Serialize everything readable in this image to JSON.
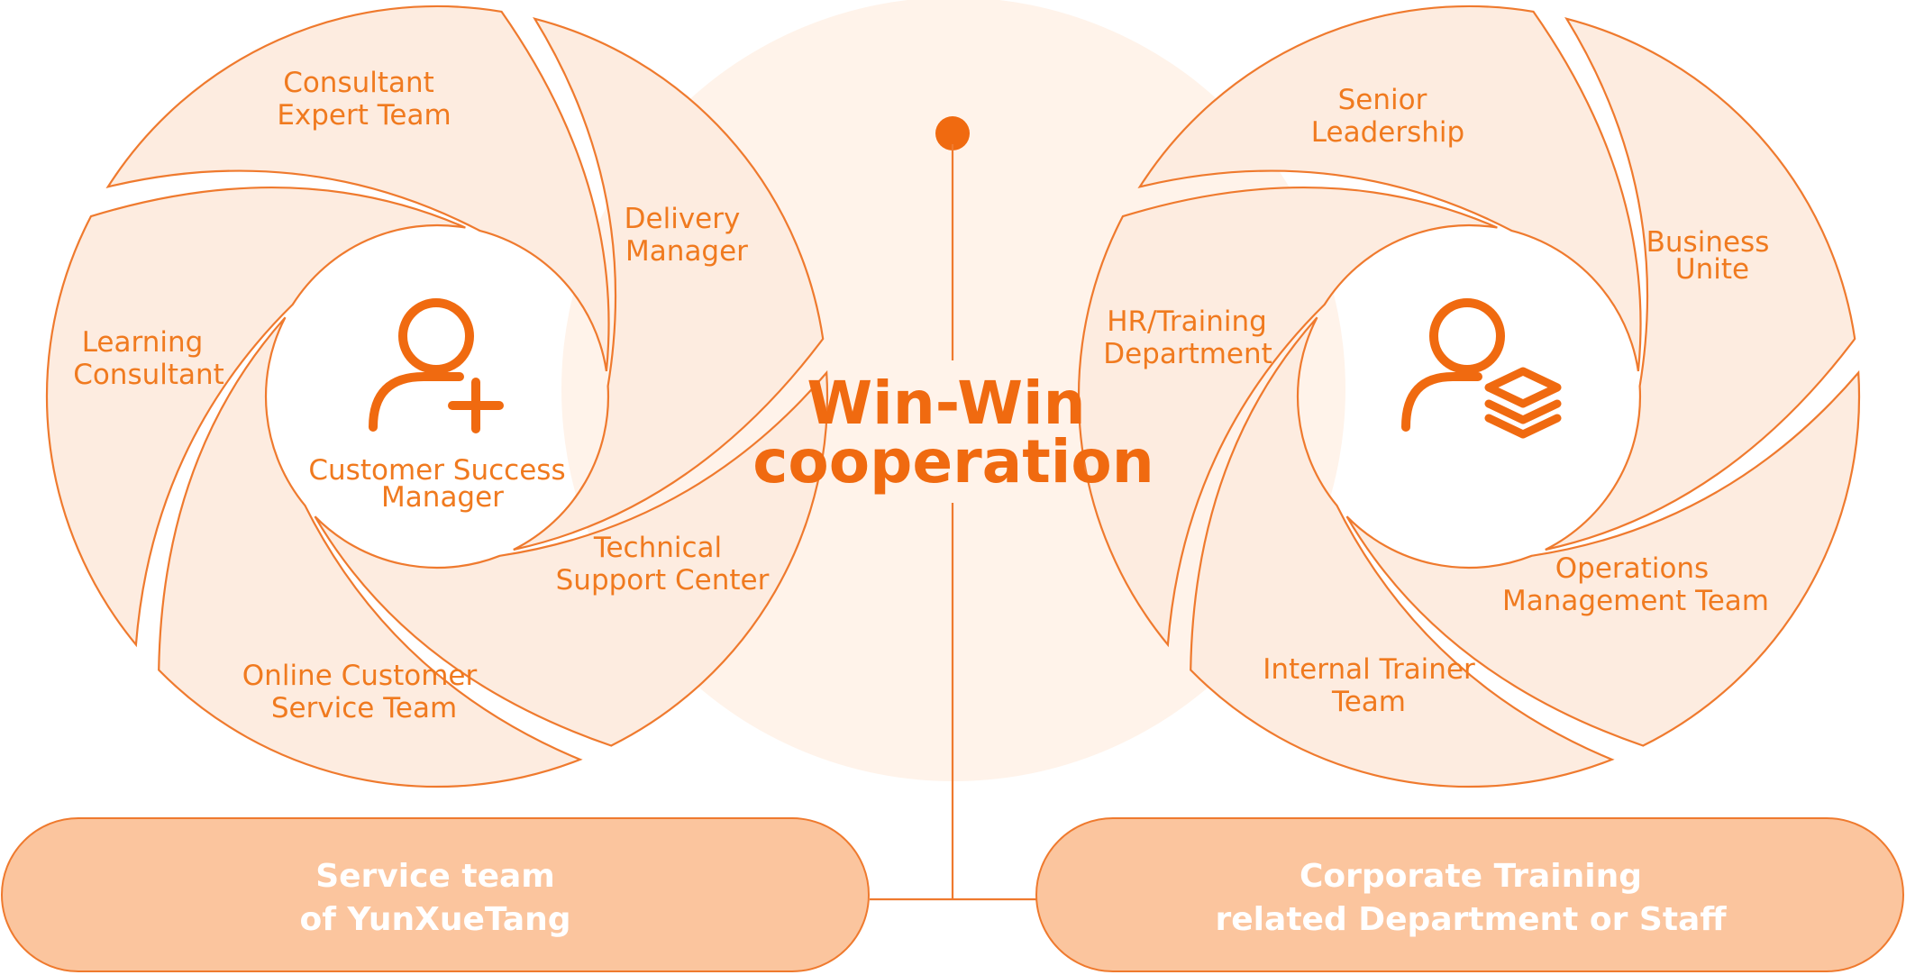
{
  "center": {
    "title_line1": "Win-Win",
    "title_line2": "cooperation"
  },
  "left_wheel": {
    "segments": [
      {
        "line1": "Consultant",
        "line2": "Expert Team"
      },
      {
        "line1": "Delivery",
        "line2": "Manager"
      },
      {
        "line1": "Technical",
        "line2": "Support Center"
      },
      {
        "line1": "Online Customer",
        "line2": "Service Team"
      },
      {
        "line1": "Learning",
        "line2": "Consultant"
      }
    ],
    "center_label": {
      "line1": "Customer Success",
      "line2": "Manager"
    },
    "icon": "person-add-icon"
  },
  "right_wheel": {
    "segments": [
      {
        "line1": "Senior",
        "line2": "Leadership"
      },
      {
        "line1": "Business",
        "line2": "Unite"
      },
      {
        "line1": "Operations",
        "line2": "Management Team"
      },
      {
        "line1": "Internal Trainer",
        "line2": "Team"
      },
      {
        "line1": "HR/Training",
        "line2": "Department"
      }
    ],
    "icon": "person-layers-icon"
  },
  "bottom": {
    "left_pill": {
      "line1": "Service team",
      "line2": "of YunXueTang"
    },
    "right_pill": {
      "line1": "Corporate Training",
      "line2": "related Department or Staff"
    }
  },
  "colors": {
    "accent": "#f06a10",
    "stroke": "#ef7a2e",
    "blade_fill": "#fdece0",
    "pill_fill": "#fbc59e",
    "background_circle": "#fff3ea"
  }
}
